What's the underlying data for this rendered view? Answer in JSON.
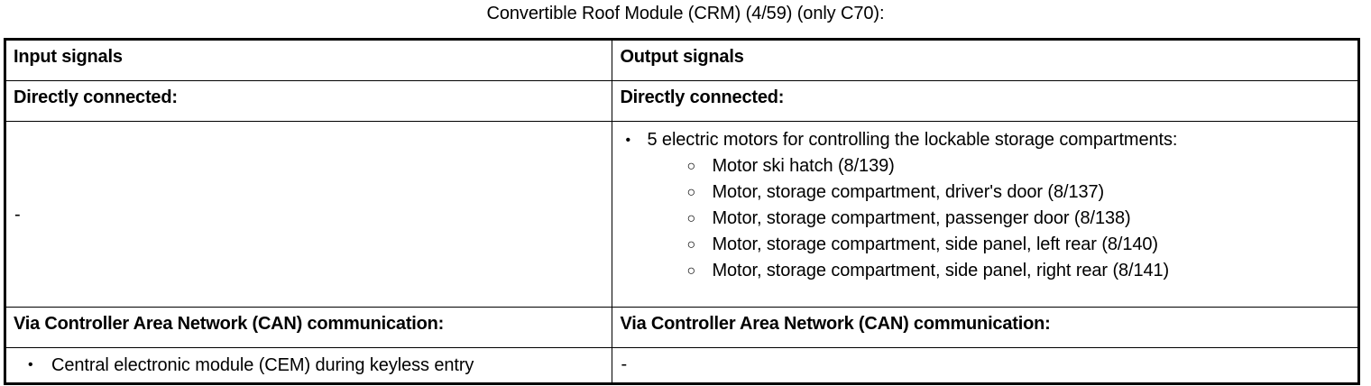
{
  "caption": "Convertible Roof Module (CRM) (4/59) (only C70):",
  "table": {
    "headers": {
      "input": "Input signals",
      "output": "Output signals"
    },
    "section_directly_connected": {
      "input": "Directly connected:",
      "output": "Directly connected:"
    },
    "directly_connected_body": {
      "input_dash": "-",
      "output_list": [
        {
          "bullet": "•",
          "text": "5 electric motors for controlling the lockable storage compartments:",
          "children": [
            {
              "bullet": "○",
              "text": "Motor ski hatch (8/139)"
            },
            {
              "bullet": "○",
              "text": "Motor, storage compartment, driver's door (8/137)"
            },
            {
              "bullet": "○",
              "text": "Motor, storage compartment, passenger door (8/138)"
            },
            {
              "bullet": "○",
              "text": "Motor, storage compartment, side panel, left rear (8/140)"
            },
            {
              "bullet": "○",
              "text": "Motor, storage compartment, side panel, right rear (8/141)"
            }
          ]
        }
      ]
    },
    "section_can": {
      "input": "Via Controller Area Network (CAN) communication:",
      "output": "Via Controller Area Network (CAN) communication:"
    },
    "can_body": {
      "input_list": [
        {
          "bullet": "•",
          "text": "Central electronic module (CEM) during keyless entry"
        }
      ],
      "output_dash": "-"
    }
  },
  "colors": {
    "text": "#000000",
    "background": "#ffffff",
    "border": "#000000"
  }
}
